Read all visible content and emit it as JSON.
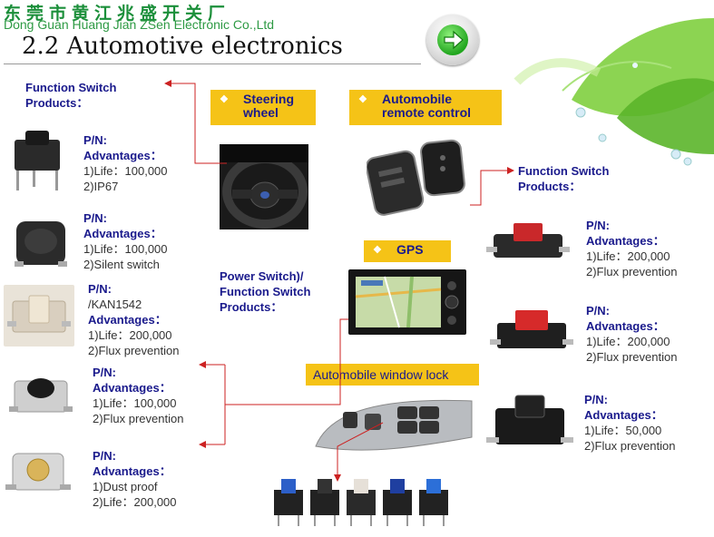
{
  "header": {
    "company_cn": "东莞市黄江兆盛开关厂",
    "company_en": "Dong Guan Huang Jian ZSen Electronic Co.,Ltd",
    "title": "2.2 Automotive electronics",
    "next_icon": "green-arrow-right-icon"
  },
  "sections": {
    "steering": "Steering wheel",
    "remote": "Automobile remote control",
    "gps": "GPS",
    "window_lock": "Automobile window lock"
  },
  "headings": {
    "left": "Function Switch Products：",
    "right": "Function Switch Products：",
    "center": "Power Switch)/ Function Switch Products："
  },
  "products_left": [
    {
      "pn": "P/N:",
      "adv": "Advantages：",
      "l1": "1)Life：100,000",
      "l2": "2)IP67"
    },
    {
      "pn": "P/N:",
      "adv": "Advantages：",
      "l1": "1)Life：100,000",
      "l2": "2)Silent switch"
    },
    {
      "pn": "P/N:",
      "pn2": "/KAN1542",
      "adv": "Advantages：",
      "l1": "1)Life：200,000",
      "l2": "2)Flux prevention"
    },
    {
      "pn": "P/N:",
      "adv": "Advantages：",
      "l1": "1)Life：100,000",
      "l2": "2)Flux prevention"
    },
    {
      "pn": "P/N:",
      "adv": "Advantages：",
      "l1": "1)Dust proof",
      "l2": "2)Life：200,000"
    }
  ],
  "products_right": [
    {
      "pn": "P/N:",
      "adv": "Advantages：",
      "l1": "1)Life：200,000",
      "l2": "2)Flux prevention"
    },
    {
      "pn": "P/N:",
      "adv": "Advantages：",
      "l1": "1)Life：200,000",
      "l2": "2)Flux prevention"
    },
    {
      "pn": "P/N:",
      "adv": "Advantages：",
      "l1": "1)Life：50,000",
      "l2": "2)Flux prevention"
    }
  ],
  "colors": {
    "accent_yellow": "#f5c317",
    "navy_text": "#1a1a8c",
    "brand_green": "#1b8f3a",
    "arrow_red": "#cc2222"
  }
}
